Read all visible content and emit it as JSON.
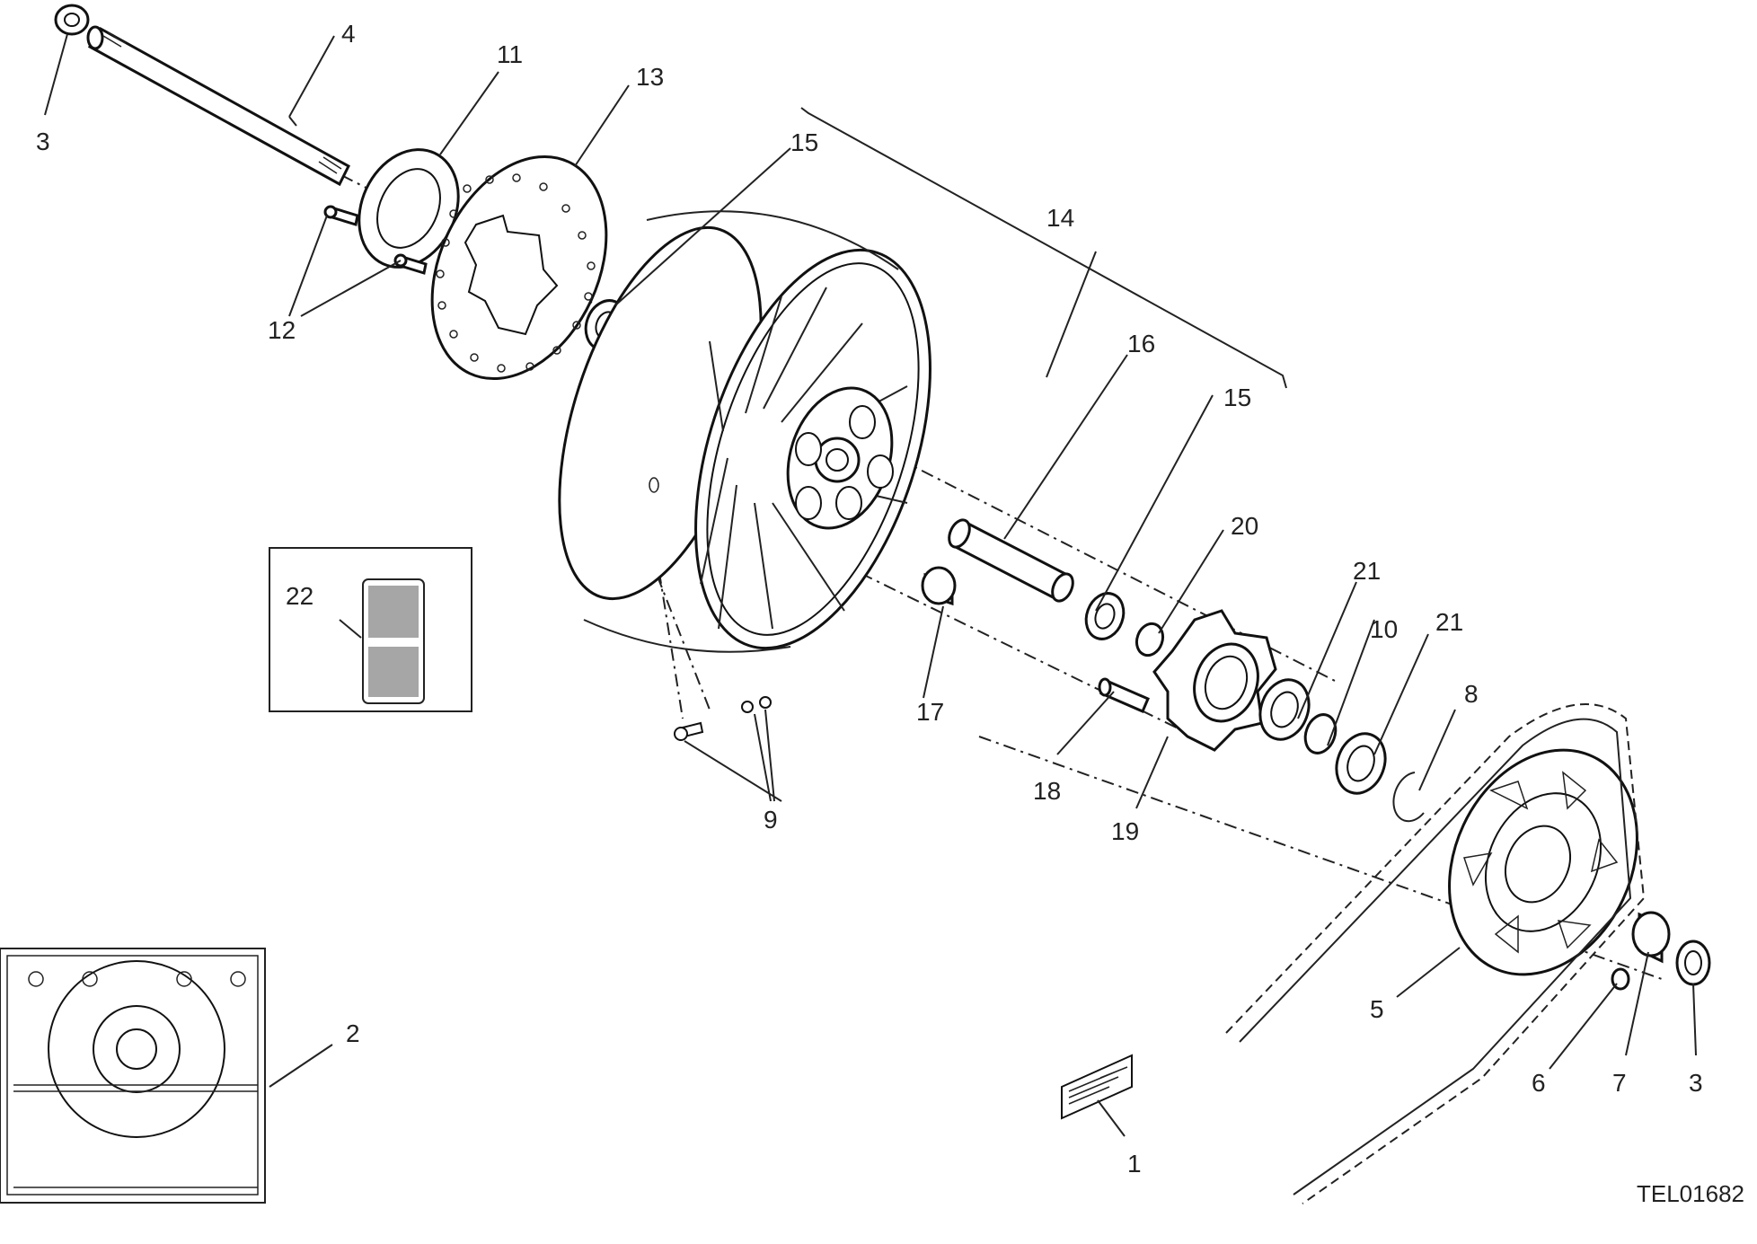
{
  "callouts": [
    {
      "id": "c1",
      "label": "1"
    },
    {
      "id": "c2",
      "label": "2"
    },
    {
      "id": "c3a",
      "label": "3"
    },
    {
      "id": "c3b",
      "label": "3"
    },
    {
      "id": "c4",
      "label": "4"
    },
    {
      "id": "c5",
      "label": "5"
    },
    {
      "id": "c6",
      "label": "6"
    },
    {
      "id": "c7",
      "label": "7"
    },
    {
      "id": "c8",
      "label": "8"
    },
    {
      "id": "c9",
      "label": "9"
    },
    {
      "id": "c10",
      "label": "10"
    },
    {
      "id": "c11",
      "label": "11"
    },
    {
      "id": "c12",
      "label": "12"
    },
    {
      "id": "c13",
      "label": "13"
    },
    {
      "id": "c14",
      "label": "14"
    },
    {
      "id": "c15a",
      "label": "15"
    },
    {
      "id": "c15b",
      "label": "15"
    },
    {
      "id": "c16",
      "label": "16"
    },
    {
      "id": "c17",
      "label": "17"
    },
    {
      "id": "c18",
      "label": "18"
    },
    {
      "id": "c19",
      "label": "19"
    },
    {
      "id": "c20",
      "label": "20"
    },
    {
      "id": "c21a",
      "label": "21"
    },
    {
      "id": "c21b",
      "label": "21"
    },
    {
      "id": "c22",
      "label": "22"
    }
  ],
  "reference_code": "TEL01682",
  "colors": {
    "line": "#222222",
    "fill": "#ffffff",
    "swatch": "#a6a6a6"
  }
}
